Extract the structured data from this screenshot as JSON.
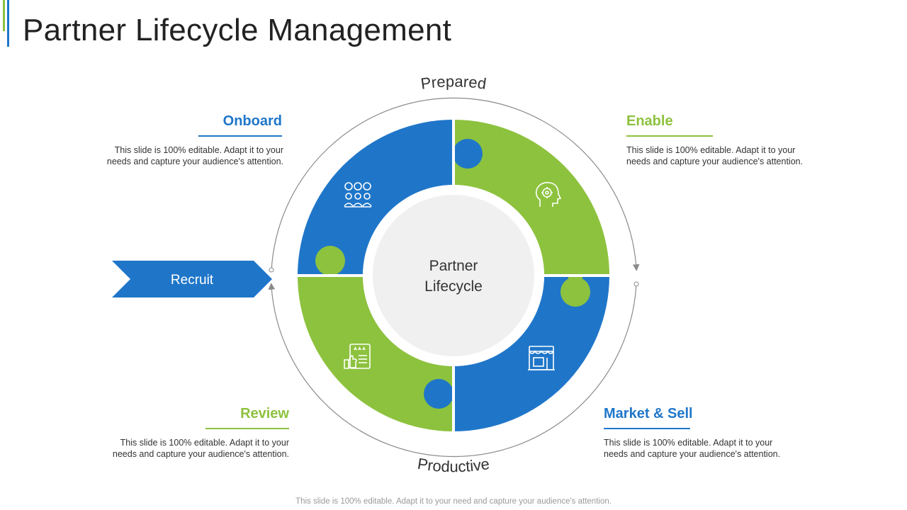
{
  "page": {
    "title": "Partner Lifecycle Management",
    "footer": "This slide is 100% editable. Adapt it to your need and capture your audience's attention."
  },
  "colors": {
    "blue": "#1f76c9",
    "green": "#8dc23e",
    "center_fill": "#f0f0f0",
    "ring_line": "#8a8a8a"
  },
  "diagram": {
    "center_line1": "Partner",
    "center_line2": "Lifecycle",
    "arc_top": "Prepared",
    "arc_bottom": "Productive",
    "arrow_label": "Recruit"
  },
  "stages": {
    "onboard": {
      "title": "Onboard",
      "line1": "This slide is 100% editable. Adapt it to your",
      "line2": "needs and capture your audience's attention.",
      "icon": "team-network-icon"
    },
    "enable": {
      "title": "Enable",
      "line1": "This slide is 100% editable. Adapt it to your",
      "line2": "needs and capture your audience's attention.",
      "icon": "head-gears-icon"
    },
    "review": {
      "title": "Review",
      "line1": "This slide is 100% editable. Adapt it to your",
      "line2": "needs and capture your audience's attention.",
      "icon": "rating-document-icon"
    },
    "market": {
      "title": "Market & Sell",
      "line1": "This slide is 100% editable. Adapt it to your",
      "line2": "needs and capture your audience's attention.",
      "icon": "storefront-icon"
    }
  }
}
